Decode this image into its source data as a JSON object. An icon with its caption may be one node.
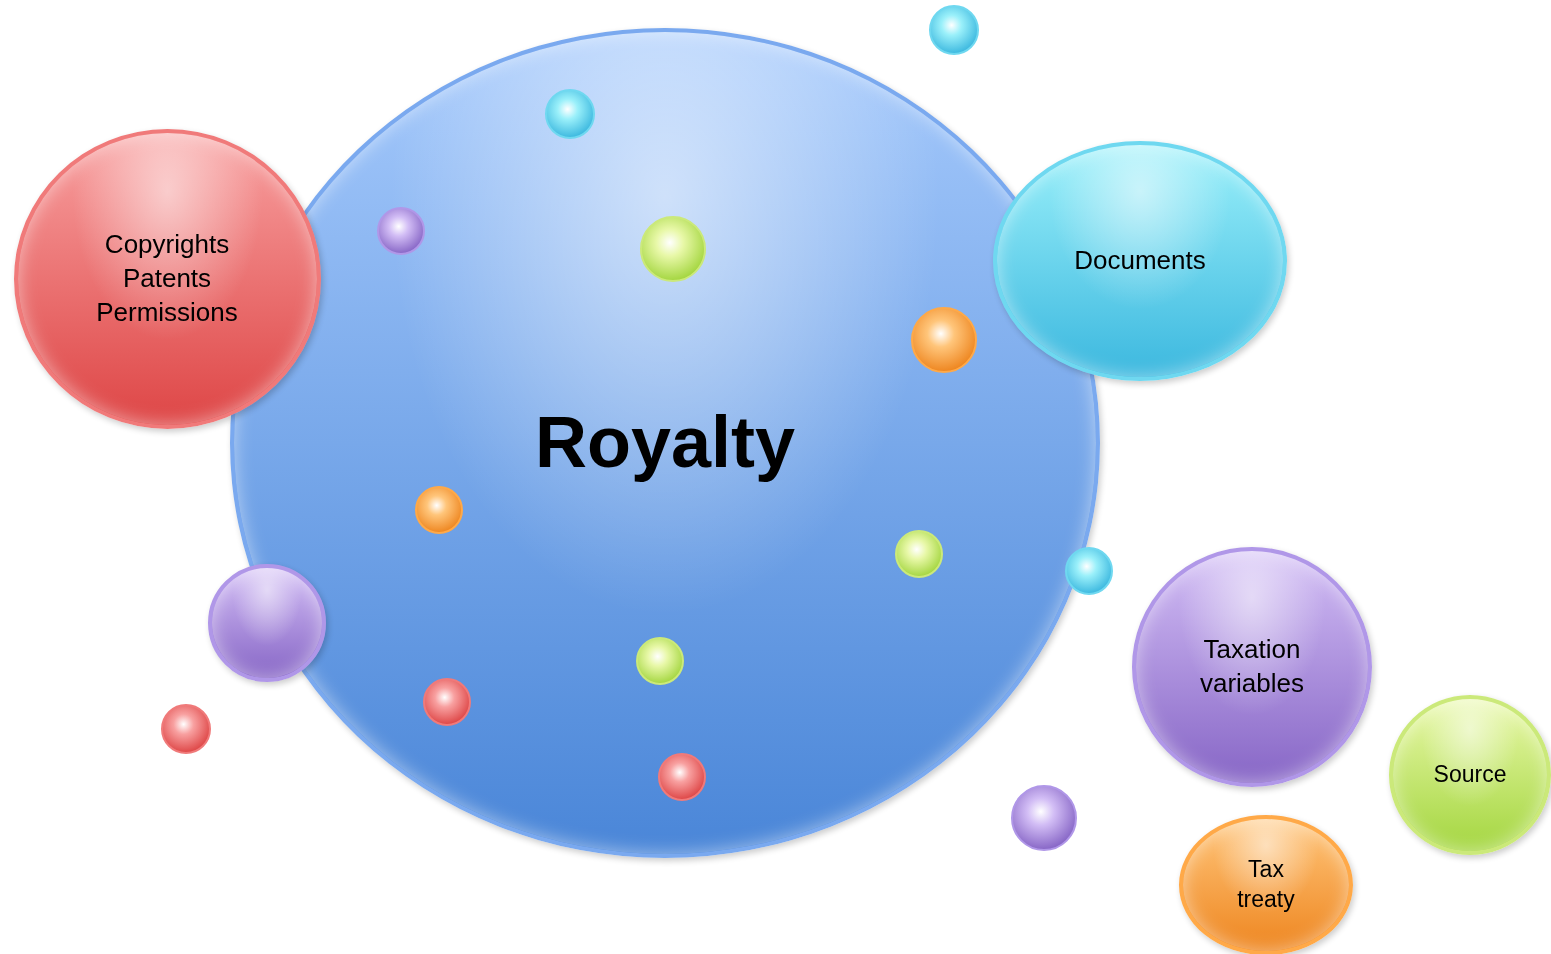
{
  "diagram": {
    "nodes": [
      {
        "text": [
          "Royalty"
        ]
      },
      {
        "text": [
          "Copyrights",
          "Patents",
          "Permissions"
        ]
      },
      {
        "text": [
          "Documents"
        ]
      },
      {
        "text": [],
        "shape": "circle"
      },
      {
        "text": [
          "Taxation variables"
        ]
      },
      {
        "text": [
          "Source"
        ]
      },
      {
        "text": [
          "Tax treaty"
        ]
      }
    ]
  }
}
